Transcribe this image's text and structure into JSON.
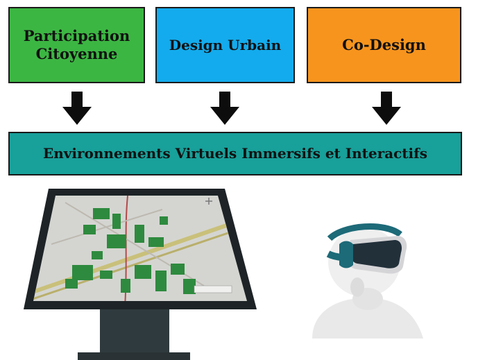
{
  "boxes": [
    {
      "label": "Participation\nCitoyenne",
      "color": "#3cb643"
    },
    {
      "label": "Design Urbain",
      "color": "#13abed"
    },
    {
      "label": "Co-Design",
      "color": "#f7941d"
    }
  ],
  "central_box": {
    "label": "Environnements Virtuels Immersifs et Interactifs",
    "color": "#18a09a"
  },
  "icons": {
    "arrow": "down-arrow-icon",
    "kiosk": "touchscreen-kiosk-icon",
    "vr": "vr-headset-person-icon"
  }
}
